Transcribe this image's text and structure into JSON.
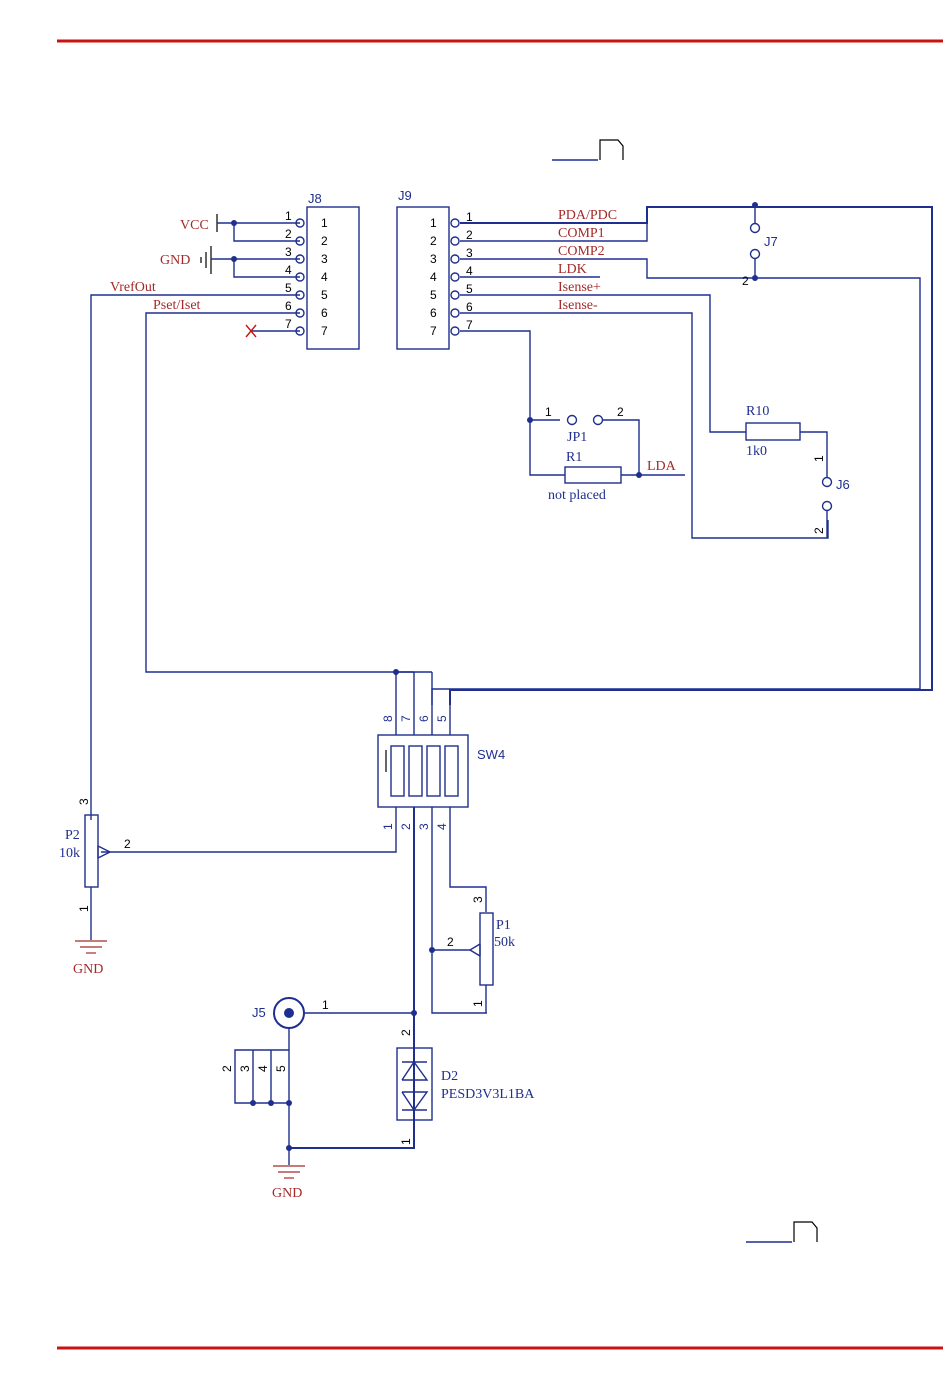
{
  "colors": {
    "rule": "#cc1111",
    "wire": "#1f2f8f",
    "net_label": "#a52a2a"
  },
  "j8": {
    "ref": "J8",
    "pins": [
      "1",
      "2",
      "3",
      "4",
      "5",
      "6",
      "7"
    ],
    "nets": {
      "vcc": "VCC",
      "gnd": "GND",
      "vref": "VrefOut",
      "pset": "Pset/Iset"
    }
  },
  "j9": {
    "ref": "J9",
    "pins": [
      "1",
      "2",
      "3",
      "4",
      "5",
      "6",
      "7"
    ],
    "nets": [
      "PDA/PDC",
      "COMP1",
      "COMP2",
      "LDK",
      "Isense+",
      "Isense-"
    ]
  },
  "j7": {
    "ref": "J7",
    "pin2": "2"
  },
  "jp1": {
    "ref": "JP1",
    "pin1": "1",
    "pin2": "2"
  },
  "r1": {
    "ref": "R1",
    "value": "not placed",
    "net": "LDA"
  },
  "r10": {
    "ref": "R10",
    "value": "1k0"
  },
  "j6": {
    "ref": "J6",
    "pin1": "1",
    "pin2": "2"
  },
  "sw4": {
    "ref": "SW4",
    "top_pins": [
      "8",
      "7",
      "6",
      "5"
    ],
    "bottom_pins": [
      "1",
      "2",
      "3",
      "4"
    ]
  },
  "p2": {
    "ref": "P2",
    "value": "10k",
    "pin1": "1",
    "pin2": "2",
    "pin3": "3",
    "gnd": "GND"
  },
  "p1": {
    "ref": "P1",
    "value": "50k",
    "pin1": "1",
    "pin2": "2",
    "pin3": "3"
  },
  "j5": {
    "ref": "J5",
    "pin1": "1",
    "shell_pins": [
      "2",
      "3",
      "4",
      "5"
    ],
    "gnd": "GND"
  },
  "d2": {
    "ref": "D2",
    "value": "PESD3V3L1BA",
    "pin1": "1",
    "pin2": "2"
  }
}
